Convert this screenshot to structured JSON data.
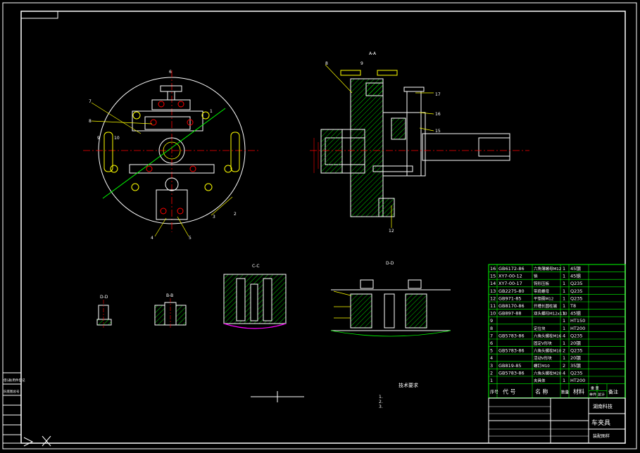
{
  "sheet": {
    "views": {
      "section_aa": "A-A",
      "section_bb": "B-B",
      "section_cc": "C-C",
      "section_dd": "D-D",
      "section_ee": "D-D"
    },
    "balloons_left": [
      "6",
      "7",
      "8",
      "9",
      "10",
      "1",
      "2",
      "3",
      "4",
      "5"
    ],
    "balloons_right": [
      "8",
      "9",
      "17",
      "16",
      "15",
      "12"
    ],
    "tech_requirements": {
      "title": "技术要求",
      "items": [
        "1.",
        "2.",
        "3."
      ]
    },
    "bom": {
      "rows": [
        {
          "no": "16",
          "code": "GB6172-86",
          "name": "六角薄螺母M12",
          "qty": "1",
          "material": "45钢"
        },
        {
          "no": "15",
          "code": "XY7-00-12",
          "name": "销",
          "qty": "1",
          "material": "45钢"
        },
        {
          "no": "14",
          "code": "XY7-00-17",
          "name": "钩形压板",
          "qty": "1",
          "material": "Q235"
        },
        {
          "no": "13",
          "code": "GB2275-80",
          "name": "带肩螺母",
          "qty": "1",
          "material": "Q235"
        },
        {
          "no": "12",
          "code": "GB971-85",
          "name": "平垫圈M12",
          "qty": "1",
          "material": "Q235"
        },
        {
          "no": "11",
          "code": "GB8170-86",
          "name": "开槽长圆柱端",
          "qty": "1",
          "material": "T8"
        },
        {
          "no": "10",
          "code": "GB897-88",
          "name": "双头螺柱M12x110",
          "qty": "1",
          "material": "45钢"
        },
        {
          "no": "9",
          "code": "",
          "name": "",
          "qty": "1",
          "material": "HT150"
        },
        {
          "no": "8",
          "code": "",
          "name": "定位块",
          "qty": "1",
          "material": "HT200"
        },
        {
          "no": "7",
          "code": "GB5783-86",
          "name": "六角头螺栓M16",
          "qty": "4",
          "material": "Q235"
        },
        {
          "no": "6",
          "code": "",
          "name": "固定V形块",
          "qty": "1",
          "material": "20钢"
        },
        {
          "no": "5",
          "code": "GB5783-86",
          "name": "六角头螺栓M10",
          "qty": "2",
          "material": "Q235"
        },
        {
          "no": "4",
          "code": "",
          "name": "活动V形块",
          "qty": "1",
          "material": "20钢"
        },
        {
          "no": "3",
          "code": "GB819-85",
          "name": "螺钉M10",
          "qty": "2",
          "material": "35钢"
        },
        {
          "no": "2",
          "code": "GB5783-86",
          "name": "六角头螺栓M20",
          "qty": "4",
          "material": "Q235"
        },
        {
          "no": "1",
          "code": "",
          "name": "夹具体",
          "qty": "1",
          "material": "HT200"
        }
      ],
      "header": [
        "序号",
        "代 号",
        "名 称",
        "数量",
        "材料",
        "单件",
        "总计",
        "备注"
      ],
      "header_extra": "重 量"
    },
    "title_block": {
      "drawing_name": "车夹具",
      "school": "湖南科技",
      "drawing_no": "装配图样"
    },
    "left_stamp": {
      "label1": "借(通)用件登记",
      "label2": "旧底图总号"
    },
    "colors": {
      "outline": "#ffffff",
      "section": "#ff0000",
      "leader": "#ffff00",
      "table": "#00ff00",
      "hatch": "#00ff00",
      "dimension": "#ff0000",
      "accent": "#ff00ff"
    }
  }
}
